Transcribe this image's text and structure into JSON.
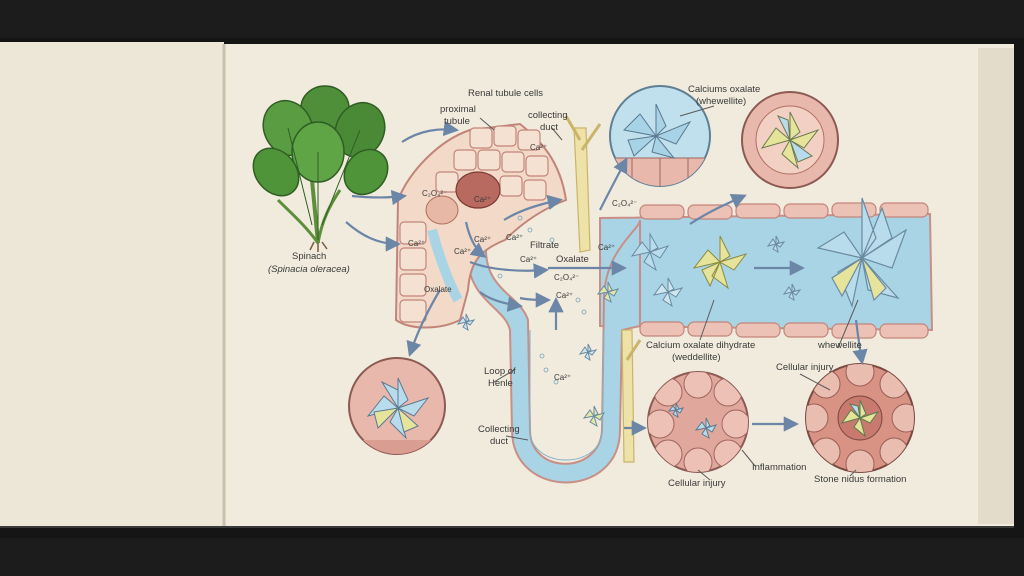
{
  "colors": {
    "background": "#1c1c1c",
    "page": "#f1ebdd",
    "fluid": "#a9d4e6",
    "tissue": "#e9b8ad",
    "cell_fill": "#f2d9c8",
    "crystal_blue": "#b9dcec",
    "crystal_yellow": "#e6e39a",
    "leaf": "#4f8f3a",
    "arrow": "#6c86a8"
  },
  "labels": {
    "renal_tubule_cells": "Renal tubule cells",
    "proximal_tubule_1": "proximal",
    "proximal_tubule_2": "tubule",
    "collecting_duct_top_1": "collecting",
    "collecting_duct_top_2": "duct",
    "calcium_oxalate_1": "Calciums oxalate",
    "calcium_oxalate_2": "(whewellite)",
    "spinach": "Spinach",
    "spinach_latin": "(Spinacia oleracea)",
    "filtrate": "Filtrate",
    "oxalate": "Oxalate",
    "dihydrate_1": "Calcium oxalate dihydrate",
    "dihydrate_2": "(weddellite)",
    "whewellite": "whewellite",
    "cellular_injury_right": "Cellular injury",
    "loop_of_henle_1": "Loop of",
    "loop_of_henle_2": "Henle",
    "collecting_duct_bottom_1": "Collecting",
    "collecting_duct_bottom_2": "duct",
    "inflammation": "Inflammation",
    "cellular_injury_bottom": "Cellular injury",
    "stone_nidus": "Stone nidus formation"
  },
  "ions": {
    "ca_top": "Ca²⁺",
    "c2o4_right": "C₂O₄²⁻",
    "c2o4_cell": "C₂O₄²⁻",
    "ca_cell_1": "Ca²⁺",
    "ca_cell_2": "Ca²⁺",
    "ca_mid_1": "Ca²⁺",
    "ca_mid_2": "Ca²⁺",
    "ca_mid_3": "Ca²⁺",
    "ca_right": "Ca²⁺",
    "c2o4_mid": "C₂O₄²⁻",
    "ca_low_1": "Ca²⁺",
    "ca_low_2": "Ca²⁺",
    "ca_loop": "Ca²⁺",
    "oxalate_cell": "Oxalate"
  }
}
